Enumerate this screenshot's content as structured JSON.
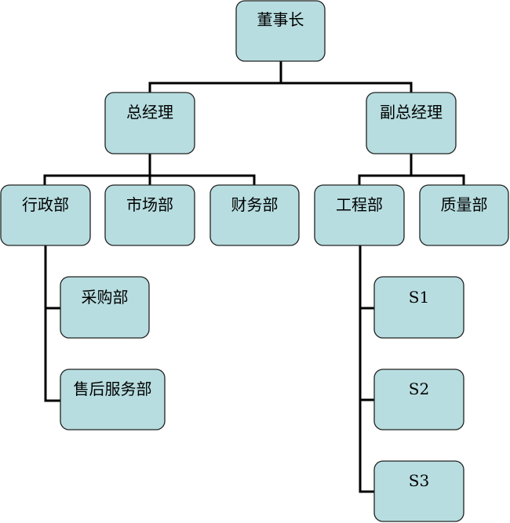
{
  "org": {
    "chairman": "董事长",
    "gm": "总经理",
    "deputy_gm": "副总经理",
    "admin": "行政部",
    "market": "市场部",
    "finance": "财务部",
    "engineering": "工程部",
    "quality": "质量部",
    "purchasing": "采购部",
    "after_sales": "售后服务部",
    "s1": "S1",
    "s2": "S2",
    "s3": "S3"
  }
}
